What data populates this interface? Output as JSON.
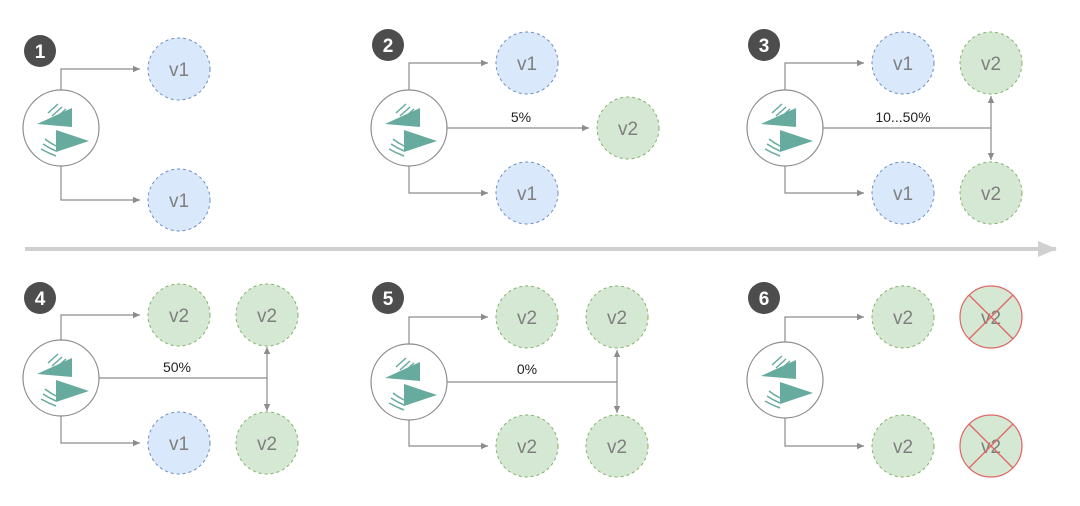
{
  "colors": {
    "v1_fill": "#dae8fc",
    "v1_stroke": "#6c8ebf",
    "v2_fill": "#d5e8d4",
    "v2_stroke": "#82b366",
    "edge": "#8c8c8c",
    "step_badge": "#4d4d4d",
    "progress_arrow": "#d0d0d0",
    "logo": "#67ab9f",
    "cross": "#e06666"
  },
  "arrow": {
    "name": "progress-arrow"
  },
  "steps": [
    {
      "number": "1",
      "percent": "",
      "nodes": {
        "top": "v1",
        "bottom": "v1",
        "mid": "",
        "far_top": "",
        "far_bottom": ""
      }
    },
    {
      "number": "2",
      "percent": "5%",
      "nodes": {
        "top": "v1",
        "bottom": "v1",
        "mid": "v2",
        "far_top": "",
        "far_bottom": ""
      }
    },
    {
      "number": "3",
      "percent": "10...50%",
      "nodes": {
        "top": "v1",
        "bottom": "v1",
        "mid": "",
        "far_top": "v2",
        "far_bottom": "v2"
      }
    },
    {
      "number": "4",
      "percent": "50%",
      "nodes": {
        "top": "v2",
        "bottom": "v1",
        "mid": "",
        "far_top": "v2",
        "far_bottom": "v2"
      }
    },
    {
      "number": "5",
      "percent": "0%",
      "nodes": {
        "top": "v2",
        "bottom": "v2",
        "mid": "",
        "far_top": "v2",
        "far_bottom": "v2"
      }
    },
    {
      "number": "6",
      "percent": "",
      "nodes": {
        "top": "v2",
        "bottom": "v2",
        "mid": "",
        "far_top": "v2",
        "far_bottom": "v2"
      },
      "removed": [
        "far_top",
        "far_bottom"
      ]
    }
  ]
}
